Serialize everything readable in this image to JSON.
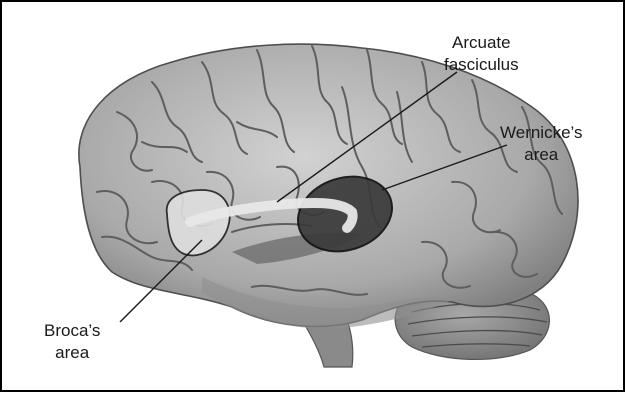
{
  "labels": {
    "arcuate": {
      "line1": "Arcuate",
      "line2": "fasciculus"
    },
    "wernicke": {
      "line1": "Wernicke’s",
      "line2": "area"
    },
    "broca": {
      "line1": "Broca’s",
      "line2": "area"
    }
  },
  "colors": {
    "brain": "#b4b4b4",
    "sulci": "#5e5e5e",
    "broca_region": "#dedede",
    "wernicke_region": "#3a3a3a",
    "fasciculus": "#e8e8e8",
    "leader_lines": "#1a1a1a"
  }
}
